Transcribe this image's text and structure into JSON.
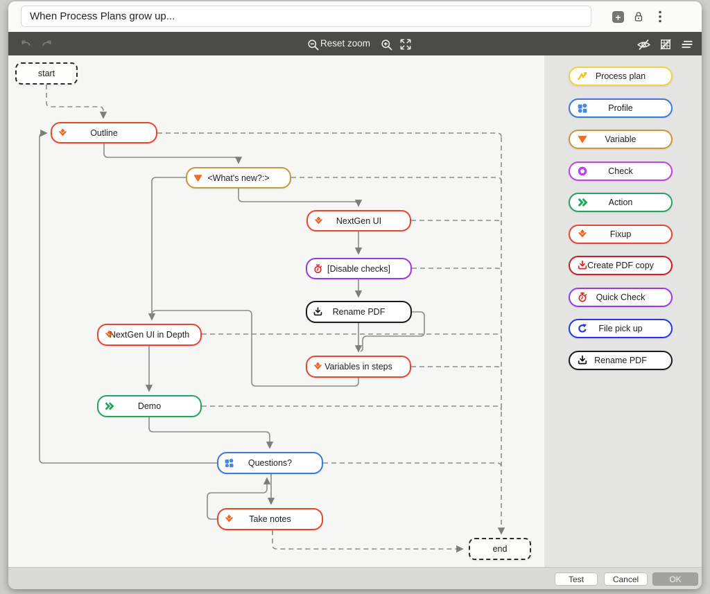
{
  "header": {
    "title": "When Process Plans grow up...",
    "add_button": "+"
  },
  "toolbar": {
    "reset_zoom": "Reset zoom"
  },
  "palette": {
    "items": [
      {
        "label": "Process plan",
        "color": "#f0d242",
        "icon": "plan-icon"
      },
      {
        "label": "Profile",
        "color": "#3b78de",
        "icon": "profile-icon"
      },
      {
        "label": "Variable",
        "color": "#c9963f",
        "icon": "variable-icon"
      },
      {
        "label": "Check",
        "color": "#bf3fe8",
        "icon": "check-icon"
      },
      {
        "label": "Action",
        "color": "#27a35f",
        "icon": "action-icon"
      },
      {
        "label": "Fixup",
        "color": "#e8452f",
        "icon": "fixup-icon"
      },
      {
        "label": "Create PDF copy",
        "color": "#cc1f1f",
        "icon": "download-icon"
      },
      {
        "label": "Quick Check",
        "color": "#9739e6",
        "icon": "stopwatch-icon"
      },
      {
        "label": "File pick up",
        "color": "#2336e0",
        "icon": "refresh-icon"
      },
      {
        "label": "Rename PDF",
        "color": "#1a1a1a",
        "icon": "download-icon"
      }
    ]
  },
  "canvas": {
    "nodes": [
      {
        "id": "start",
        "label": "start",
        "type": "terminal"
      },
      {
        "id": "outline",
        "label": "Outline",
        "type": "fixup",
        "color": "#e8452f"
      },
      {
        "id": "whats-new",
        "label": "<What's new?:>",
        "type": "variable",
        "color": "#c9963f"
      },
      {
        "id": "nextgen-ui",
        "label": "NextGen UI",
        "type": "fixup",
        "color": "#e8452f"
      },
      {
        "id": "disable-checks",
        "label": "[Disable checks]",
        "type": "quick-check",
        "color": "#9739e6"
      },
      {
        "id": "rename-pdf",
        "label": "Rename PDF",
        "type": "rename-pdf",
        "color": "#1a1a1a"
      },
      {
        "id": "nextgen-ui-in-depth",
        "label": "NextGen UI in Depth",
        "type": "fixup",
        "color": "#e8452f"
      },
      {
        "id": "variables-in-steps",
        "label": "Variables in steps",
        "type": "fixup",
        "color": "#e8452f"
      },
      {
        "id": "demo",
        "label": "Demo",
        "type": "action",
        "color": "#27a35f"
      },
      {
        "id": "questions",
        "label": "Questions?",
        "type": "profile",
        "color": "#3b78de"
      },
      {
        "id": "take-notes",
        "label": "Take notes",
        "type": "fixup",
        "color": "#e8452f"
      },
      {
        "id": "end",
        "label": "end",
        "type": "terminal"
      }
    ]
  },
  "footer": {
    "test": "Test",
    "cancel": "Cancel",
    "ok": "OK"
  }
}
